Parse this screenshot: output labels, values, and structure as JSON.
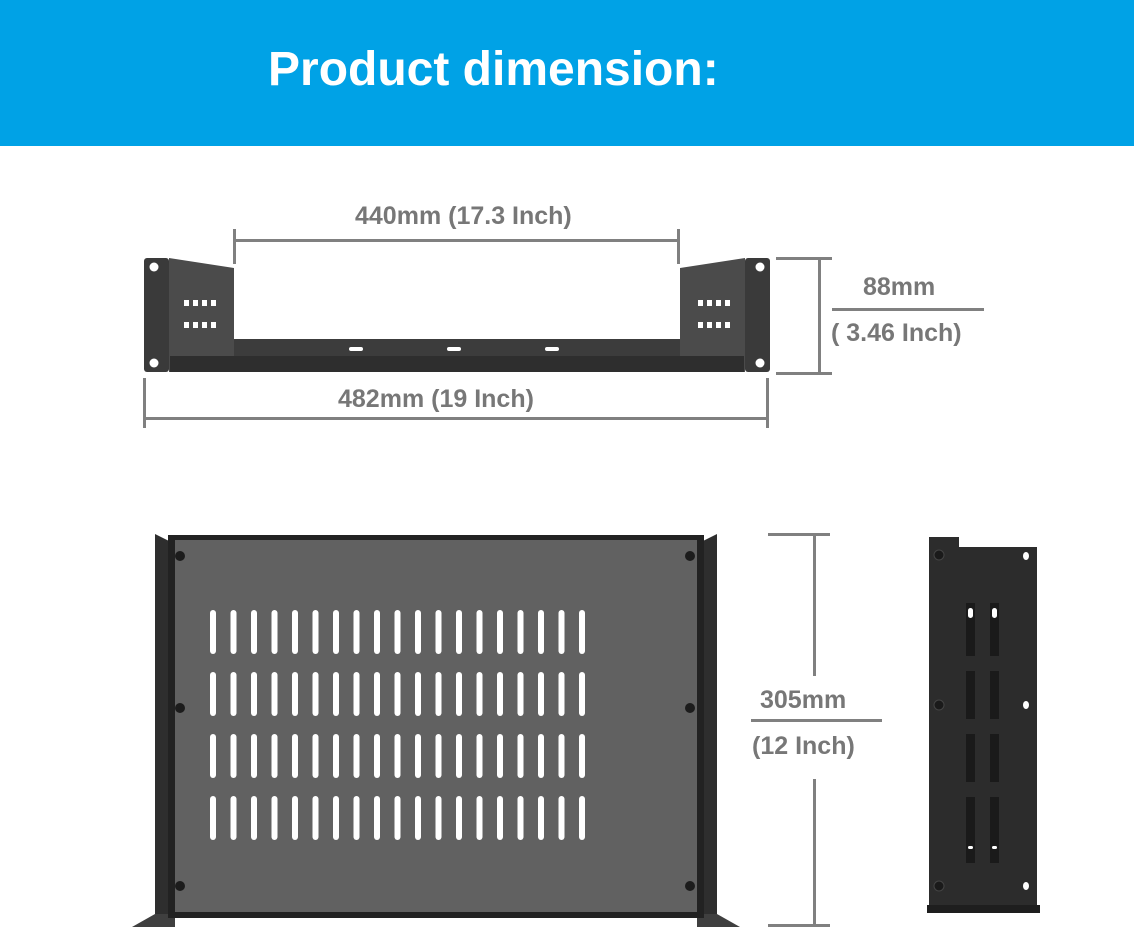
{
  "header": {
    "title": "Product dimension:",
    "background_color": "#00a2e6"
  },
  "front_view": {
    "inner_width_label": "440mm (17.3 Inch)",
    "overall_width_label": "482mm (19 Inch)",
    "height_mm_label": "88mm",
    "height_inch_label": "( 3.46 Inch)"
  },
  "top_view": {
    "depth_mm_label": "305mm",
    "depth_inch_label": "(12 Inch)",
    "vent_slots": {
      "columns": 19,
      "rows": 4
    }
  },
  "side_view": {
    "slot_columns": 2,
    "mount_holes": 3
  },
  "colors": {
    "metal_dark": "#2b2b2b",
    "metal_panel": "#5f5f5f",
    "dimension_line": "#808080",
    "dimension_text": "#777777"
  }
}
